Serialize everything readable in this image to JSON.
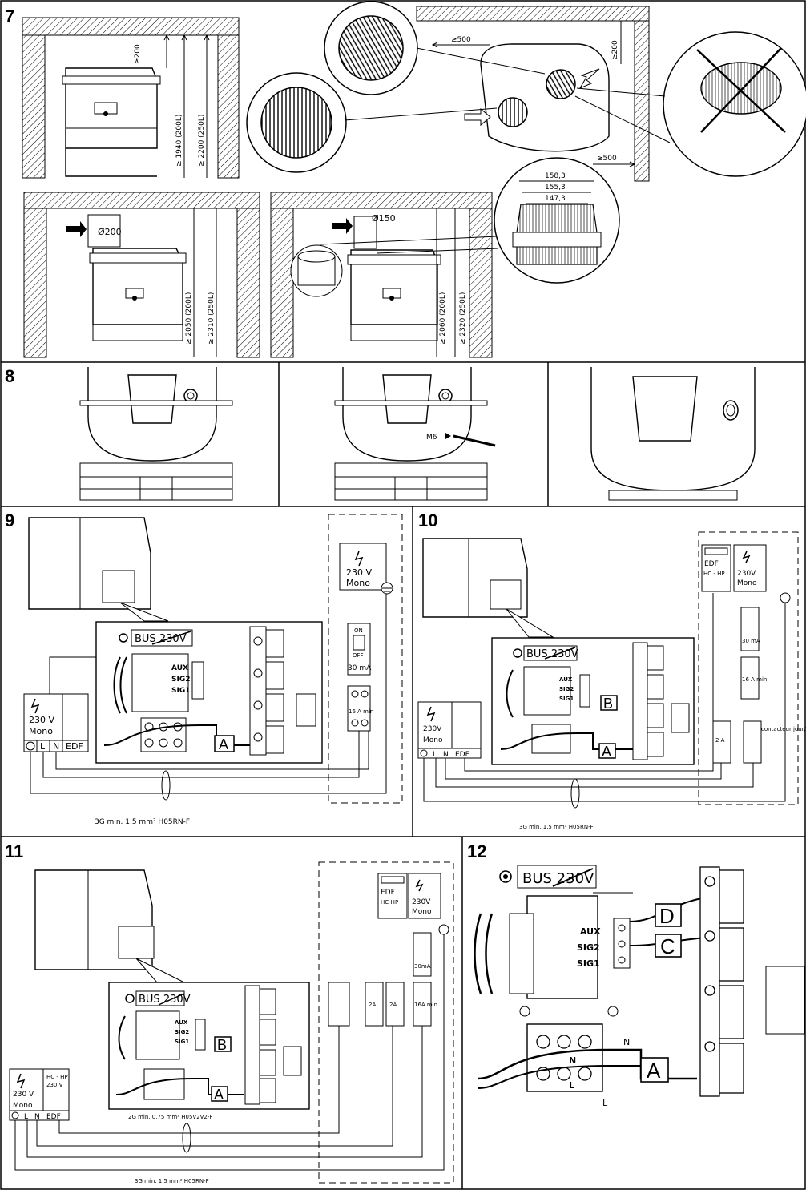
{
  "panels": {
    "p7": {
      "number": "7",
      "dims": {
        "c200a": "≥200",
        "h1940": "≥ 1940 (200L)",
        "h2200": "≥ 2200 (250L)",
        "c500a": "≥500",
        "c200b": "≥200",
        "c500b": "≥500",
        "d200": "Ø200",
        "h2050": "≥ 2050 (200L)",
        "h2310": "≥ 2310 (250L)",
        "d150": "Ø150",
        "h2060": "≥ 2060 (200L)",
        "h2320": "≥ 2320 (250L)",
        "w1583": "158,3",
        "w1553": "155,3",
        "w1473": "147,3"
      }
    },
    "p8": {
      "number": "8",
      "screw": "M6"
    },
    "p9": {
      "number": "9",
      "bus": "BUS 230V",
      "aux": "AUX",
      "sig2": "SIG2",
      "sig1": "SIG1",
      "markA": "A",
      "supply": "230 V",
      "mono": "Mono",
      "on": "ON",
      "off": "OFF",
      "rcd": "30 mA",
      "breaker": "16 A min",
      "term_l": "L",
      "term_n": "N",
      "term_edf": "EDF",
      "cable": "3G min. 1.5 mm² H05RN-F"
    },
    "p10": {
      "number": "10",
      "bus": "BUS 230V",
      "aux": "AUX",
      "sig2": "SIG2",
      "sig1": "SIG1",
      "markA": "A",
      "markB": "B",
      "edf": "EDF",
      "hchp": "HC - HP",
      "supply": "230V",
      "mono": "Mono",
      "rcd": "30 mA",
      "breaker": "16 A min",
      "small": "2 A",
      "contactor": "contacteur jour/nuit",
      "term_l": "L",
      "term_n": "N",
      "term_edf": "EDF",
      "cable": "3G min. 1.5 mm² H05RN-F"
    },
    "p11": {
      "number": "11",
      "bus": "BUS 230V",
      "aux": "AUX",
      "sig2": "SIG2",
      "sig1": "SIG1",
      "markA": "A",
      "markB": "B",
      "edf": "EDF",
      "hchp": "HC-HP",
      "supply": "230V",
      "mono": "Mono",
      "rcd": "30mA",
      "small1": "2A",
      "small2": "2A",
      "breaker": "16A min",
      "box_supply": "230 V",
      "box_mono": "Mono",
      "box_hchp": "HC - HP",
      "box_230": "230 V",
      "term_l": "L",
      "term_n": "N",
      "term_edf": "EDF",
      "cable1": "2G min. 0.75 mm² H05V2V2-F",
      "cable2": "3G min. 1.5 mm² H05RN-F"
    },
    "p12": {
      "number": "12",
      "bus": "BUS 230V",
      "aux": "AUX",
      "sig2": "SIG2",
      "sig1": "SIG1",
      "markD": "D",
      "markC": "C",
      "markA": "A",
      "n": "N",
      "l": "L"
    }
  }
}
